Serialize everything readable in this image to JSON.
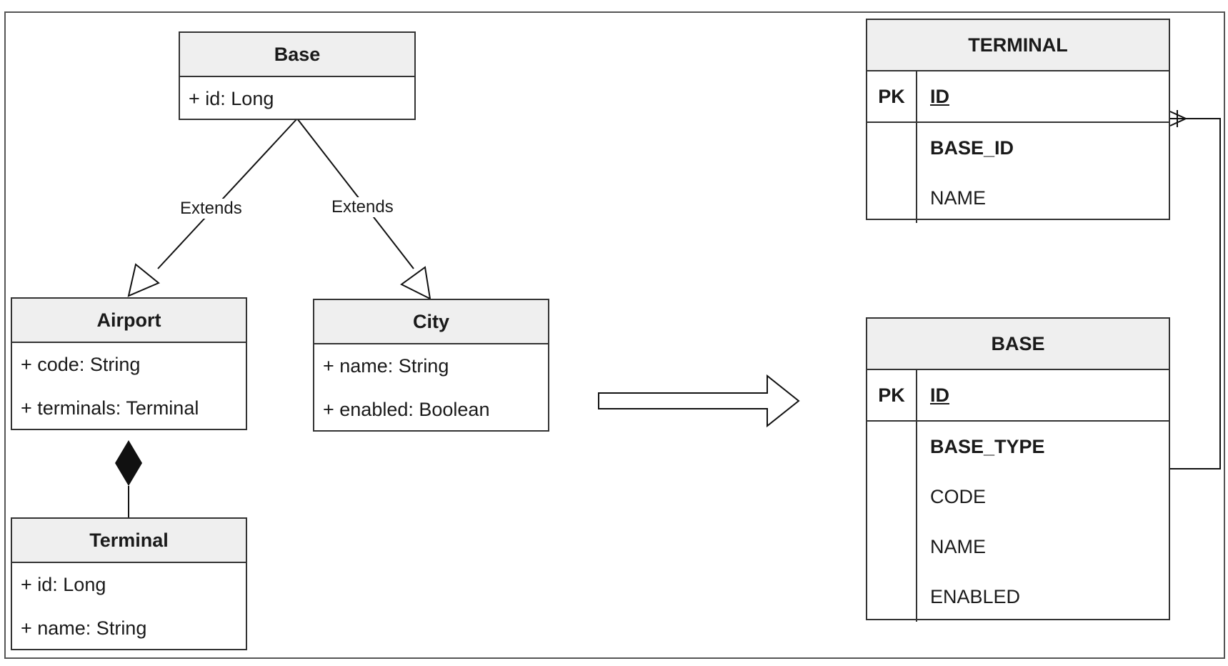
{
  "uml": {
    "base": {
      "title": "Base",
      "attrs": [
        "+ id: Long"
      ]
    },
    "airport": {
      "title": "Airport",
      "attrs": [
        "+ code: String",
        "+ terminals: Terminal"
      ]
    },
    "city": {
      "title": "City",
      "attrs": [
        "+ name: String",
        "+ enabled: Boolean"
      ]
    },
    "terminal": {
      "title": "Terminal",
      "attrs": [
        "+ id: Long",
        "+ name: String"
      ]
    }
  },
  "relations": {
    "extends_left": "Extends",
    "extends_right": "Extends"
  },
  "er": {
    "terminal": {
      "title": "TERMINAL",
      "pk_label": "PK",
      "pk": "ID",
      "cols": [
        "BASE_ID",
        "NAME"
      ]
    },
    "base": {
      "title": "BASE",
      "pk_label": "PK",
      "pk": "ID",
      "cols": [
        "BASE_TYPE",
        "CODE",
        "NAME",
        "ENABLED"
      ]
    }
  }
}
